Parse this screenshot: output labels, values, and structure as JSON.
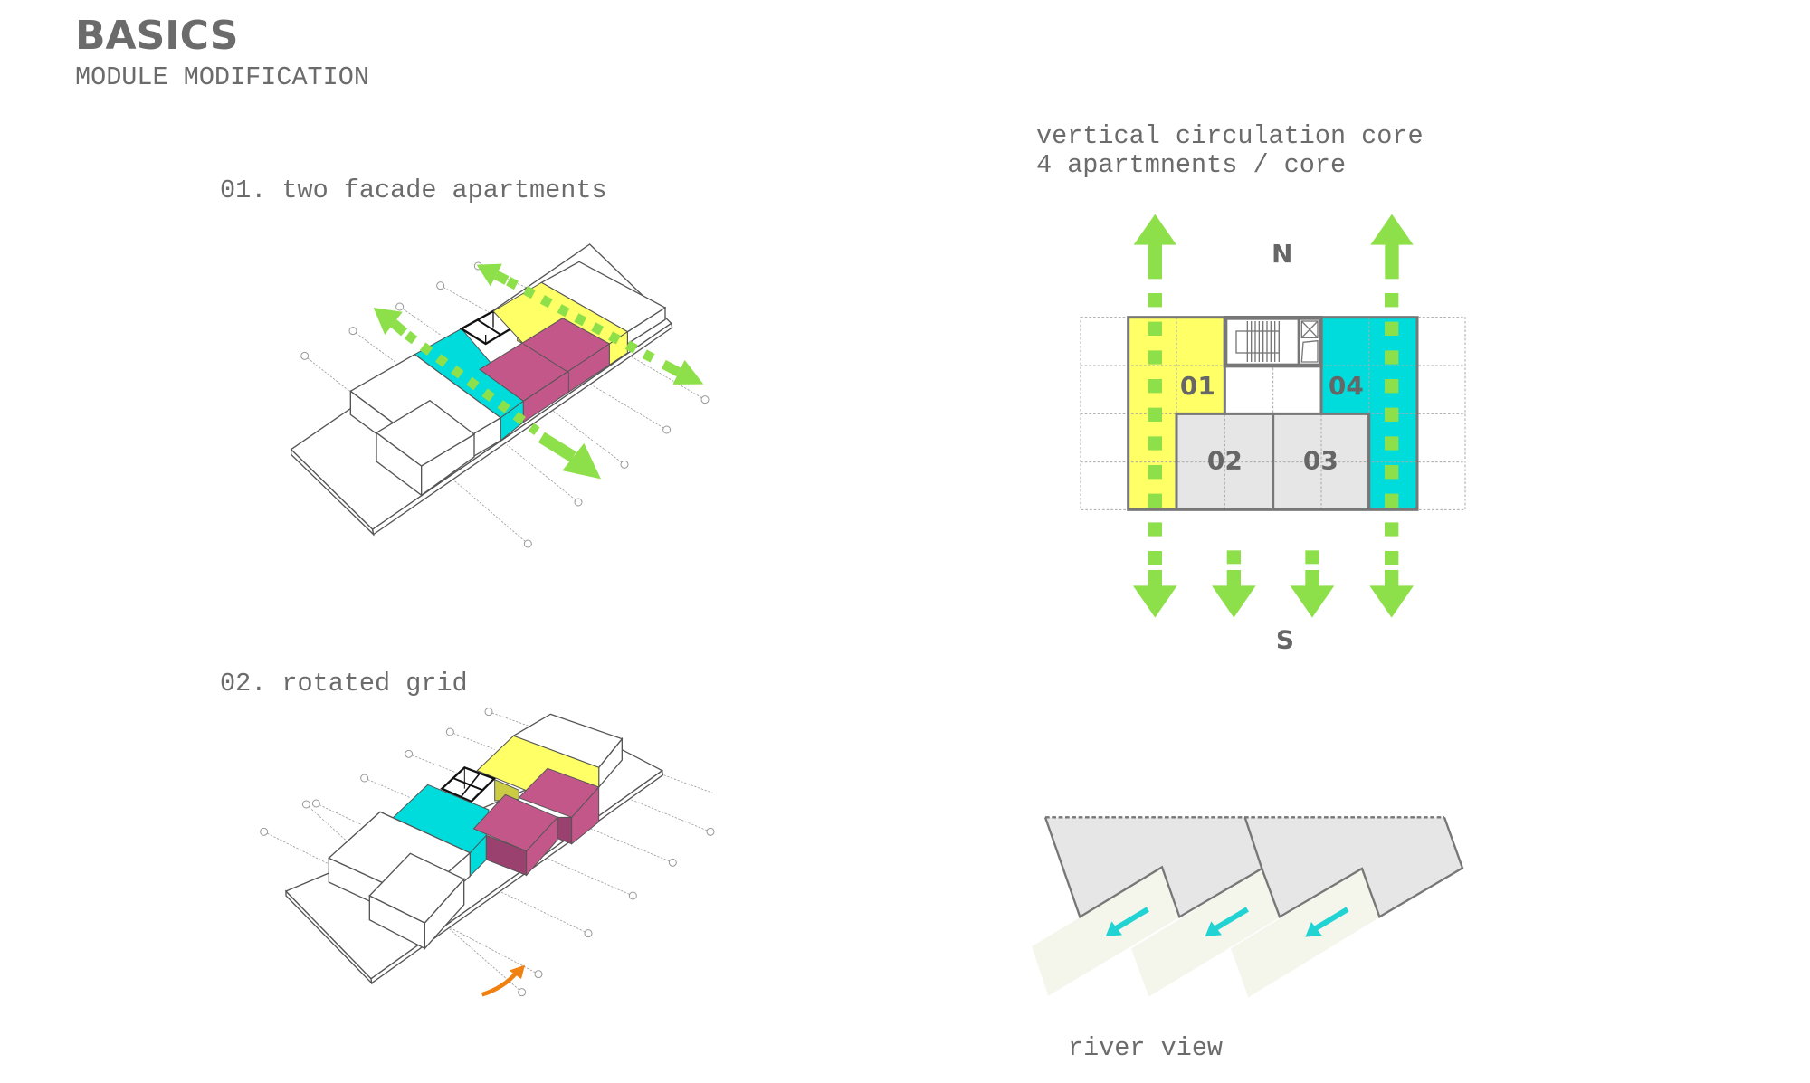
{
  "header": {
    "title": "BASICS",
    "subtitle": "MODULE MODIFICATION"
  },
  "sections": {
    "two_facade": "01. two facade apartments",
    "rotated_grid": "02. rotated grid",
    "core_line1": "vertical circulation core",
    "core_line2": "4 apartmnents / core",
    "river_view": "river view"
  },
  "plan": {
    "north": "N",
    "south": "S",
    "units": [
      "01",
      "02",
      "03",
      "04"
    ]
  },
  "colors": {
    "yellow": "#ffff66",
    "cyan": "#00dcdc",
    "magenta": "#c4578a",
    "magenta_dark": "#9a4170",
    "green_arrow": "#8ee04a",
    "orange_arrow": "#f08010",
    "apartment_gray": "#e6e6e6",
    "river_pale": "#f4f6ec"
  }
}
